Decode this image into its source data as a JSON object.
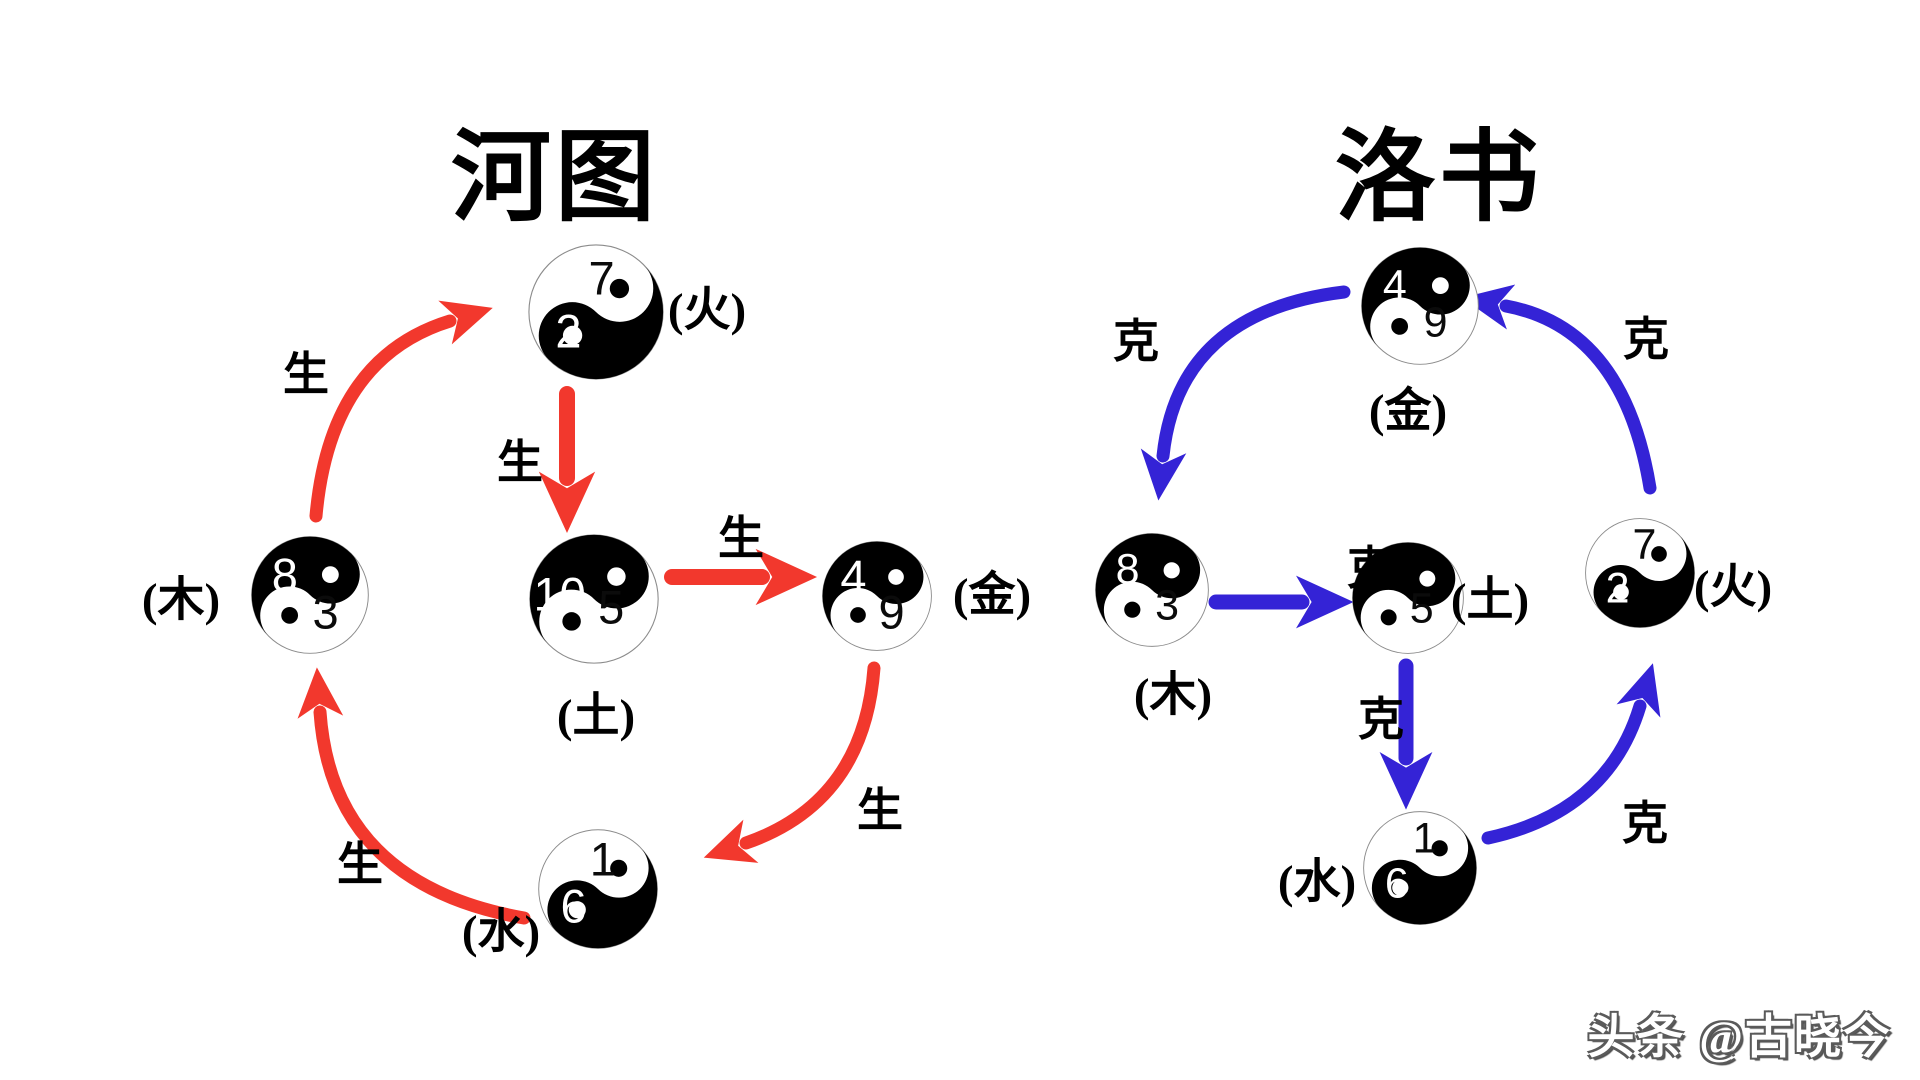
{
  "colors": {
    "sheng": "#f2382d",
    "ke": "#3423d6"
  },
  "hetu": {
    "title": "河图",
    "nodes": {
      "fire": {
        "top_number": "7",
        "bottom_number": "2",
        "element": "(火)"
      },
      "wood": {
        "top_number": "8",
        "bottom_number": "3",
        "element": "(木)"
      },
      "earth": {
        "top_number": "10",
        "bottom_number": "5",
        "element": "(土)"
      },
      "metal": {
        "top_number": "4",
        "bottom_number": "9",
        "element": "(金)"
      },
      "water": {
        "top_number": "1",
        "bottom_number": "6",
        "element": "(水)"
      }
    },
    "arrow_labels": {
      "wood_to_fire": "生",
      "fire_to_earth": "生",
      "earth_to_metal": "生",
      "metal_to_water": "生",
      "water_to_wood": "生"
    }
  },
  "luoshu": {
    "title": "洛书",
    "nodes": {
      "metal": {
        "top_number": "4",
        "bottom_number": "9",
        "element": "(金)"
      },
      "wood": {
        "top_number": "8",
        "bottom_number": "3",
        "element": "(木)"
      },
      "earth": {
        "bottom_number": "5",
        "element": "(土)"
      },
      "fire": {
        "top_number": "7",
        "bottom_number": "2",
        "element": "(火)"
      },
      "water": {
        "top_number": "1",
        "bottom_number": "6",
        "element": "(水)"
      }
    },
    "arrow_labels": {
      "metal_to_wood": "克",
      "wood_to_earth": "克",
      "earth_to_water": "克",
      "water_to_fire": "克",
      "fire_to_metal": "克"
    }
  },
  "watermark": {
    "text": "头条 @古晓今"
  }
}
